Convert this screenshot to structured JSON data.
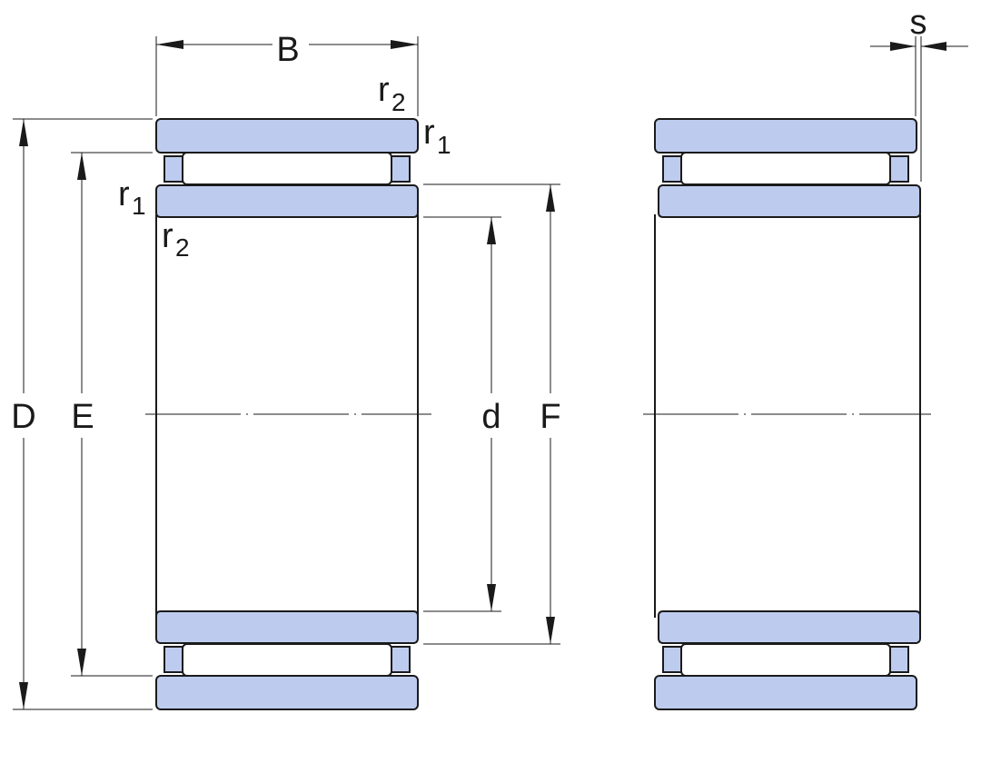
{
  "diagram": {
    "labels": {
      "B": "B",
      "D": "D",
      "E": "E",
      "d": "d",
      "F": "F",
      "s": "s"
    },
    "radii": {
      "r1_base": "r",
      "r1_sub": "1",
      "r2_base": "r",
      "r2_sub": "2"
    },
    "colors": {
      "component_fill": "#bdcbee",
      "outline": "#1a1a1a",
      "background": "#ffffff"
    }
  }
}
